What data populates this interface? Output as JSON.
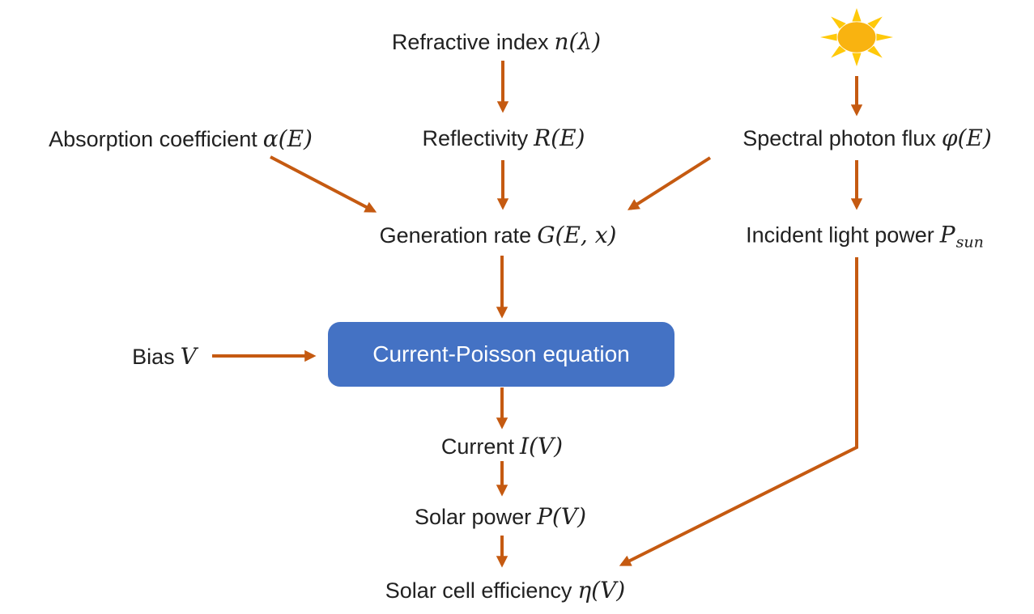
{
  "colors": {
    "bg": "#ffffff",
    "text": "#212121",
    "arrow": "#C55A11",
    "box_bg": "#4472C4",
    "box_text": "#ffffff",
    "sun_core": "#F9B310",
    "sun_ray": "#FFC90A"
  },
  "nodes": {
    "refractive_index": {
      "text": "Refractive index",
      "math": "n(λ)"
    },
    "reflectivity": {
      "text": "Reflectivity",
      "math": "R(E)"
    },
    "absorption_coefficient": {
      "text": "Absorption coefficient",
      "math": "α(E)"
    },
    "spectral_photon_flux": {
      "text": "Spectral photon flux",
      "math": "φ(E)"
    },
    "generation_rate": {
      "text": "Generation rate",
      "math": "G(E, x)"
    },
    "incident_light_power": {
      "text": "Incident light power",
      "math": "P",
      "sub": "sun"
    },
    "bias": {
      "text": "Bias",
      "math": "V"
    },
    "current_poisson_box": {
      "text": "Current-Poisson equation"
    },
    "current": {
      "text": "Current",
      "math": "I(V)"
    },
    "solar_power": {
      "text": "Solar power",
      "math": "P(V)"
    },
    "solar_cell_efficiency": {
      "text": "Solar cell efficiency",
      "math": "η(V)"
    }
  }
}
